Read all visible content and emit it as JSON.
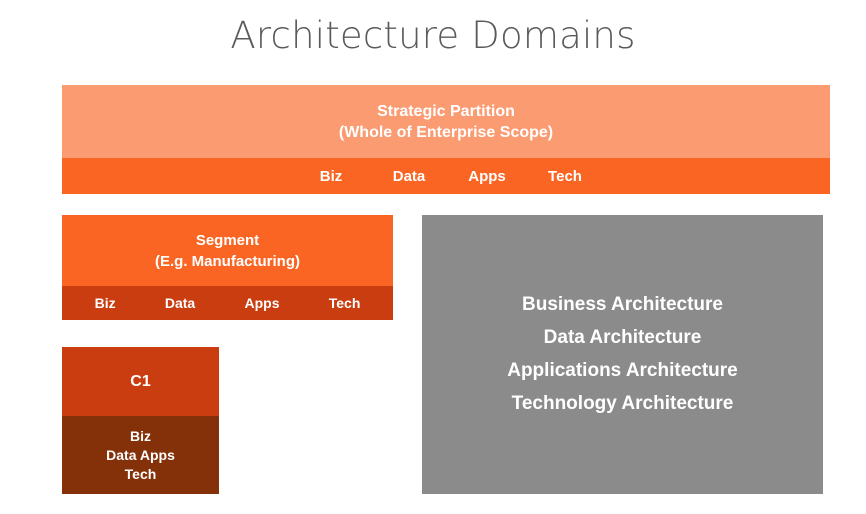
{
  "slide": {
    "title": "Architecture Domains",
    "background_color": "#ffffff",
    "title_color": "#5a5a5a"
  },
  "strategic_partition": {
    "title_line1": "Strategic Partition",
    "title_line2": "(Whole of Enterprise Scope)",
    "cap_color": "#fb9b72",
    "base_color": "#fa6524",
    "domains": [
      "Biz",
      "Data",
      "Apps",
      "Tech"
    ]
  },
  "segment": {
    "title_line1": "Segment",
    "title_line2": "(E.g. Manufacturing)",
    "cap_color": "#fa6524",
    "base_color": "#c93d10",
    "domains": [
      "Biz",
      "Data",
      "Apps",
      "Tech"
    ]
  },
  "capability": {
    "title": "C1",
    "cap_color": "#c93d10",
    "base_color": "#843009",
    "domain_line1": "Biz",
    "domain_line2": "Data Apps",
    "domain_line3": "Tech"
  },
  "architecture_panel": {
    "background_color": "#8b8b8b",
    "lines": [
      "Business Architecture",
      "Data Architecture",
      "Applications Architecture",
      "Technology Architecture"
    ]
  }
}
